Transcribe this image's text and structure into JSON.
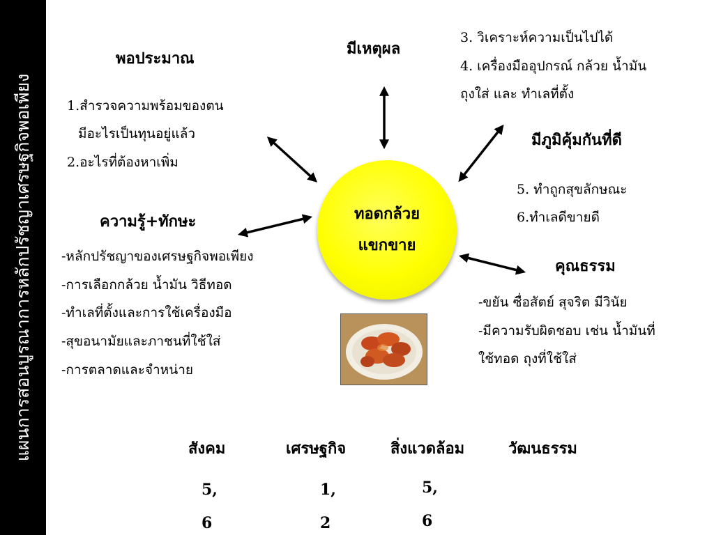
{
  "sidebar": {
    "title": "แผนการสอนบูรณาการหลักปรัชญาเศรษฐกิจพอเพียง"
  },
  "center": {
    "line1": "ทอดกล้วย",
    "line2": "แขกขาย"
  },
  "moderation": {
    "heading": "พอประมาณ",
    "items": [
      "1.สำรวจความพร้อมของตน",
      "มีอะไรเป็นทุนอยู่แล้ว",
      "2.อะไรที่ต้องหาเพิ่ม"
    ]
  },
  "reasonableness": {
    "heading": "มีเหตุผล",
    "items": [
      "3. วิเคราะห์ความเป็นไปได้",
      "4. เครื่องมืออุปกรณ์ กล้วย น้ำมัน",
      "ถุงใส่ และ ทำเลที่ตั้ง"
    ]
  },
  "immunity": {
    "heading": "มีภูมิคุ้มกันที่ดี",
    "items": [
      "5. ทำถูกสุขลักษณะ",
      "6.ทำเลดีขายดี"
    ]
  },
  "knowledge": {
    "heading": "ความรู้+ทักษะ",
    "items": [
      "-หลักปรัชญาของเศรษฐกิจพอเพียง",
      "-การเลือกกล้วย น้ำมัน วิธีทอด",
      "-ทำเลที่ตั้งและการใช้เครื่องมือ",
      "-สุขอนามัยและภาชนที่ใช้ใส่",
      "-การตลาดและจำหน่าย"
    ]
  },
  "morality": {
    "heading": "คุณธรรม",
    "items": [
      "-ขยัน ซื่อสัตย์ สุจริต มีวินัย",
      "-มีความรับผิดชอบ เช่น น้ำมันที่",
      "ใช้ทอด ถุงที่ใช้ใส่"
    ]
  },
  "dimensions": {
    "labels": [
      "สังคม",
      "เศรษฐกิจ",
      "สิ่งแวดล้อม",
      "วัฒนธรรม"
    ],
    "values": [
      {
        "line1": "5,",
        "line2": "6"
      },
      {
        "line1": "1,",
        "line2": "2"
      },
      {
        "line1": "5,",
        "line2": "6"
      }
    ]
  }
}
